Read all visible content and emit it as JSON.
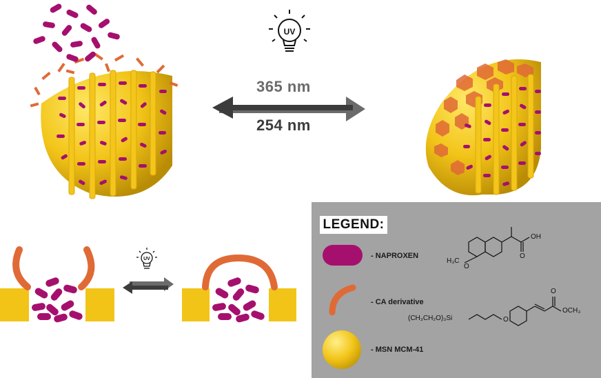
{
  "arrows": {
    "top_wavelength": "365 nm",
    "bottom_wavelength": "254 nm"
  },
  "uv_bulb": {
    "label": "UV",
    "icon": "lightbulb-icon"
  },
  "legend": {
    "title": "LEGEND:",
    "items": [
      {
        "label": "- NAPROXEN",
        "color": "#a5106e"
      },
      {
        "label": "- CA derivative",
        "color": "#e06a36"
      },
      {
        "label": "- MSN MCM-41",
        "color": "#f2c418"
      }
    ],
    "naproxen_formula": {
      "methoxy": "H₃C",
      "oxygen": "O",
      "hydroxyl": "OH",
      "carbonyl": "O"
    },
    "ca_formula": {
      "silyl": "(CH₃CH₂O)₃Si",
      "oxygen": "O",
      "carbonyl": "O",
      "methyl_ester": "OCH₃"
    }
  },
  "colors": {
    "drug": "#a5106e",
    "cap": "#e06a36",
    "particle": "#f2c418",
    "arrow_dark": "#3c3c3c",
    "arrow_light": "#6b6b6b",
    "legend_bg": "#a3a3a3"
  }
}
